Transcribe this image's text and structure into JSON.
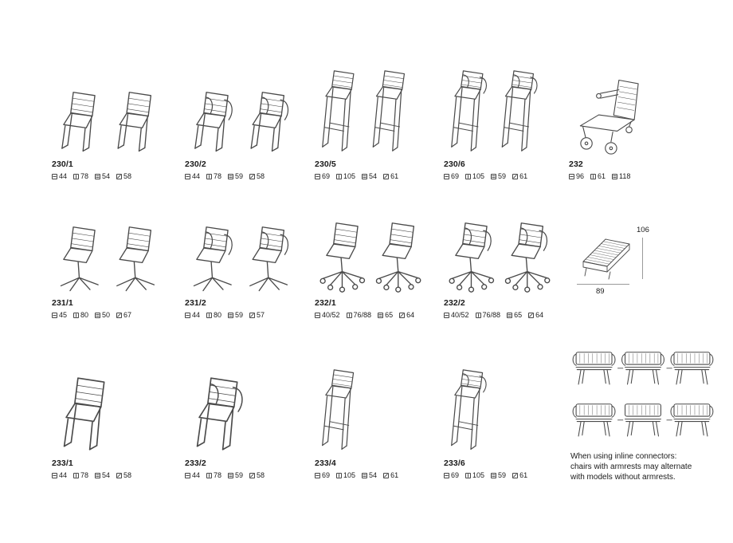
{
  "colors": {
    "line": "#4a4a4a",
    "text": "#1a1a1a"
  },
  "icons": {
    "dim_icons": [
      "seat-height",
      "overall-height",
      "seat-width",
      "seat-depth"
    ]
  },
  "cells": [
    {
      "model": "230/1",
      "dims": [
        "44",
        "78",
        "54",
        "58"
      ]
    },
    {
      "model": "230/2",
      "dims": [
        "44",
        "78",
        "59",
        "58"
      ]
    },
    {
      "model": "230/5",
      "dims": [
        "69",
        "105",
        "54",
        "61"
      ]
    },
    {
      "model": "230/6",
      "dims": [
        "69",
        "105",
        "59",
        "61"
      ]
    },
    {
      "model": "232",
      "dims": [
        "96",
        "61",
        "118"
      ]
    },
    {
      "model": "231/1",
      "dims": [
        "45",
        "80",
        "50",
        "67"
      ]
    },
    {
      "model": "231/2",
      "dims": [
        "44",
        "80",
        "59",
        "57"
      ]
    },
    {
      "model": "232/1",
      "dims": [
        "40/52",
        "76/88",
        "65",
        "64"
      ]
    },
    {
      "model": "232/2",
      "dims": [
        "40/52",
        "76/88",
        "65",
        "64"
      ]
    },
    {
      "model": "233/1",
      "dims": [
        "44",
        "78",
        "54",
        "58"
      ]
    },
    {
      "model": "233/2",
      "dims": [
        "44",
        "78",
        "59",
        "58"
      ]
    },
    {
      "model": "233/4",
      "dims": [
        "69",
        "105",
        "54",
        "61"
      ]
    },
    {
      "model": "233/6",
      "dims": [
        "69",
        "105",
        "59",
        "61"
      ]
    }
  ],
  "stack": {
    "height": "106",
    "width": "89"
  },
  "note": {
    "lines": [
      "When using inline connectors:",
      "chairs with armrests may alternate",
      "with models without armrests."
    ]
  }
}
